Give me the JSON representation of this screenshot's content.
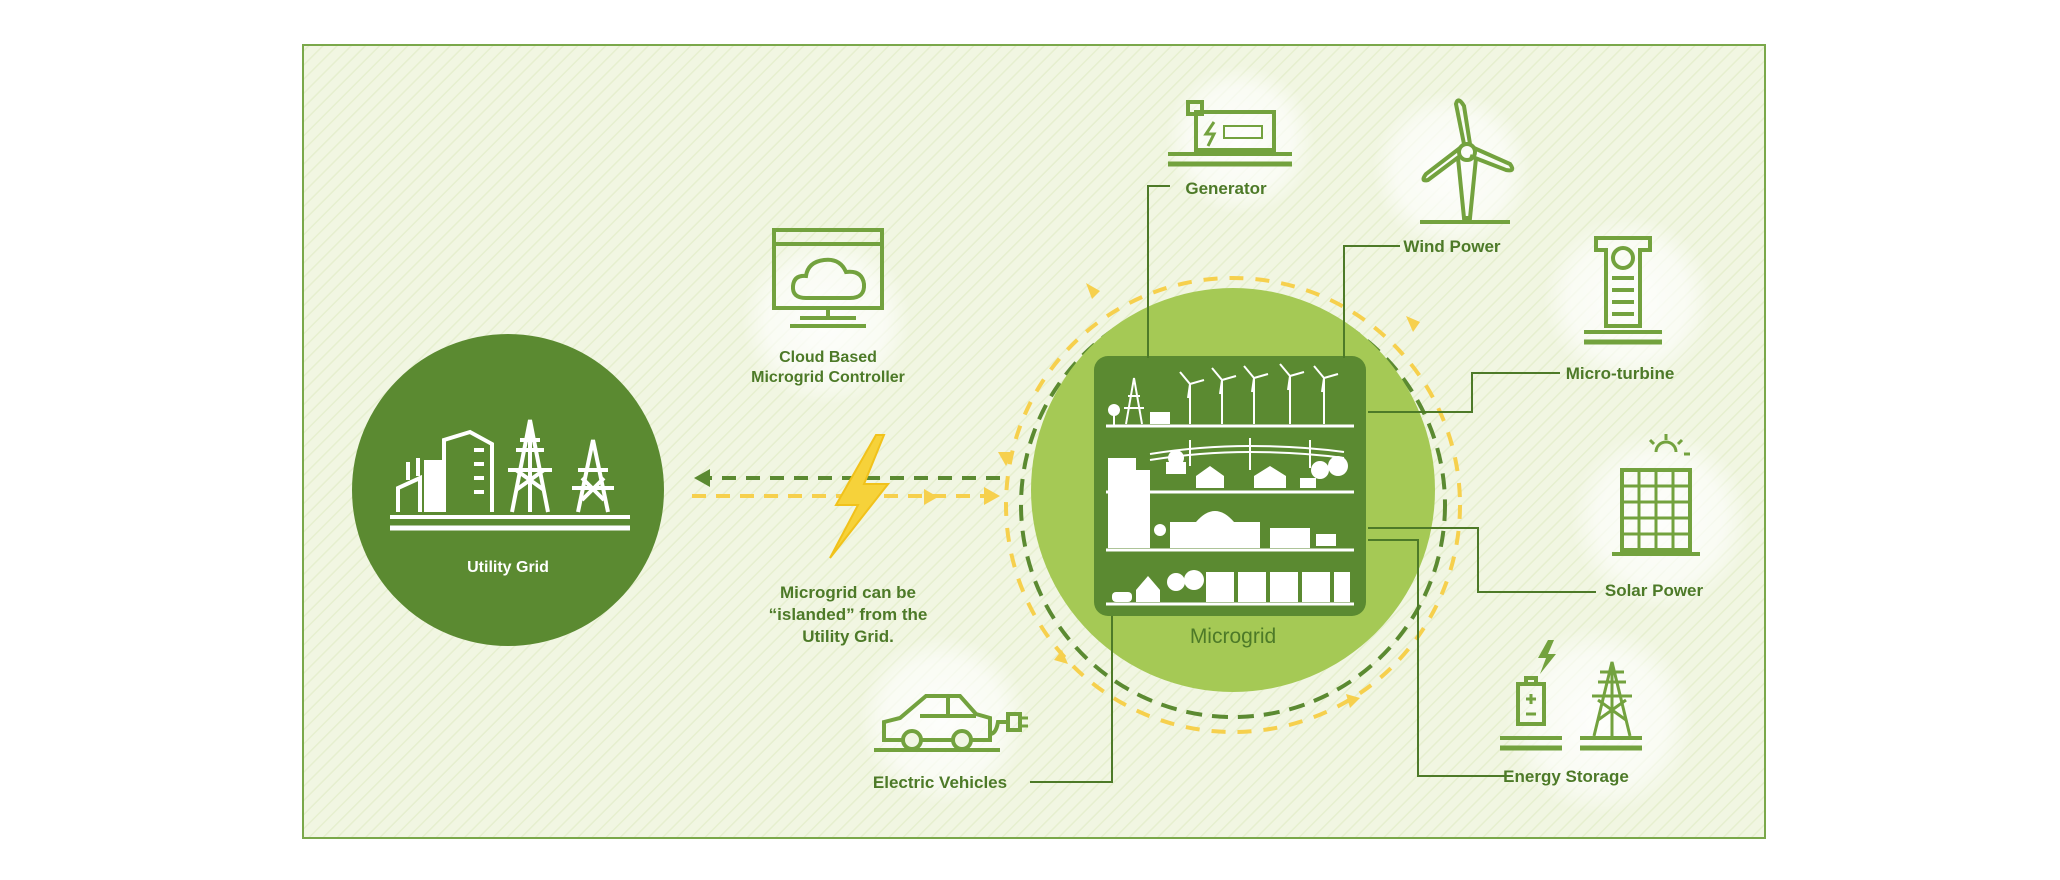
{
  "diagram": {
    "utility_grid": {
      "label": "Utility Grid"
    },
    "microgrid": {
      "label": "Microgrid"
    },
    "cloud_controller": {
      "label_line1": "Cloud Based",
      "label_line2": "Microgrid Controller"
    },
    "island_note": {
      "line1": "Microgrid can be",
      "line2": "“islanded” from the",
      "line3": "Utility Grid."
    },
    "components": {
      "generator": "Generator",
      "wind_power": "Wind Power",
      "micro_turbine": "Micro-turbine",
      "solar_power": "Solar Power",
      "energy_storage": "Energy Storage",
      "electric_vehicles": "Electric Vehicles"
    }
  },
  "colors": {
    "dark_green": "#5b8a31",
    "light_green": "#a5c955",
    "label_green": "#4d7a28",
    "icon_green": "#73a23e",
    "arrow_yellow": "#f6d04d",
    "bolt_yellow": "#f6d23a",
    "frame_border": "#7aa84a",
    "background": "#f1f6e2"
  },
  "icons": [
    "utility-grid-icon",
    "cloud-controller-icon",
    "lightning-bolt-icon",
    "generator-icon",
    "wind-turbine-icon",
    "micro-turbine-icon",
    "solar-panel-icon",
    "energy-storage-icon",
    "transmission-tower-icon",
    "electric-vehicle-icon"
  ]
}
